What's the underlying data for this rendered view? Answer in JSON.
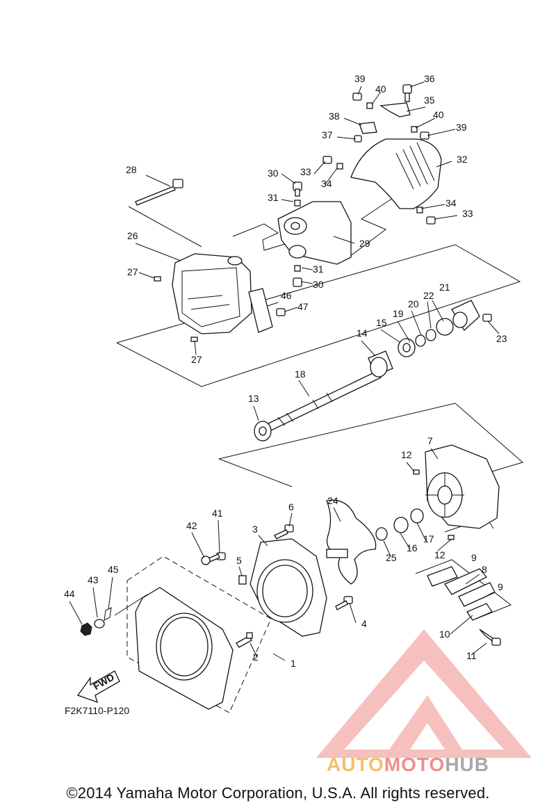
{
  "callouts": [
    "1",
    "2",
    "3",
    "4",
    "5",
    "6",
    "7",
    "8",
    "9",
    "9",
    "10",
    "11",
    "12",
    "12",
    "13",
    "14",
    "15",
    "16",
    "17",
    "18",
    "19",
    "20",
    "21",
    "22",
    "23",
    "24",
    "25",
    "26",
    "27",
    "27",
    "28",
    "29",
    "30",
    "30",
    "31",
    "31",
    "32",
    "33",
    "33",
    "34",
    "34",
    "35",
    "36",
    "37",
    "38",
    "39",
    "39",
    "40",
    "40",
    "41",
    "42",
    "43",
    "44",
    "45",
    "46",
    "47"
  ],
  "diagram_code": "F2K7110-P120",
  "fwd_label": "FWD",
  "watermark": {
    "part1": "AUTO",
    "part2": "MOTO",
    "part3": "HUB"
  },
  "copyright": "©2014 Yamaha Motor Corporation, U.S.A. All rights reserved.",
  "colors": {
    "watermark_red": "#f08e8b",
    "watermark_orange": "#f6bf6b",
    "watermark_gray": "#a8a8a8",
    "line": "#111111"
  }
}
